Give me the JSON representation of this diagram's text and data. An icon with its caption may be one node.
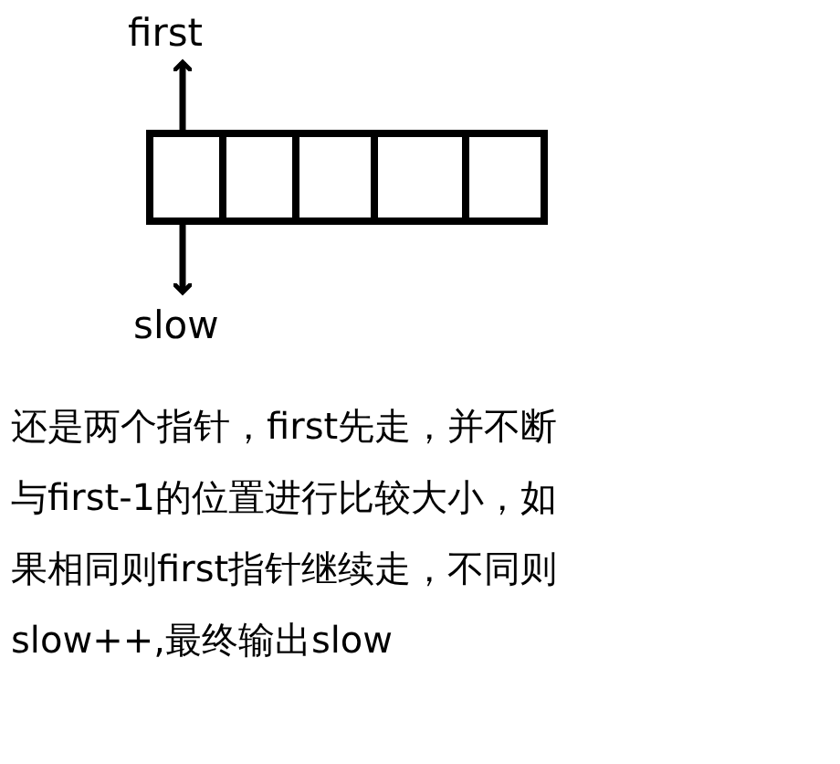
{
  "diagram": {
    "nodes": [
      {
        "text": [
          "first"
        ]
      },
      {
        "text": [
          "slow"
        ]
      },
      {
        "text": [],
        "shape": "box"
      },
      {
        "text": [],
        "shape": "box"
      },
      {
        "text": [],
        "shape": "box"
      },
      {
        "text": [],
        "shape": "box"
      },
      {
        "text": [],
        "shape": "box"
      }
    ],
    "edges": [
      {
        "from": 2,
        "to": 0,
        "arrow": "to"
      },
      {
        "from": 2,
        "to": 1,
        "arrow": "to"
      }
    ],
    "labels": [
      "还是两个指针，first先走，并不断与first-1的位置进行比较大小，如果相同则first指针继续走，不同则slow++,最终输出slow"
    ]
  }
}
